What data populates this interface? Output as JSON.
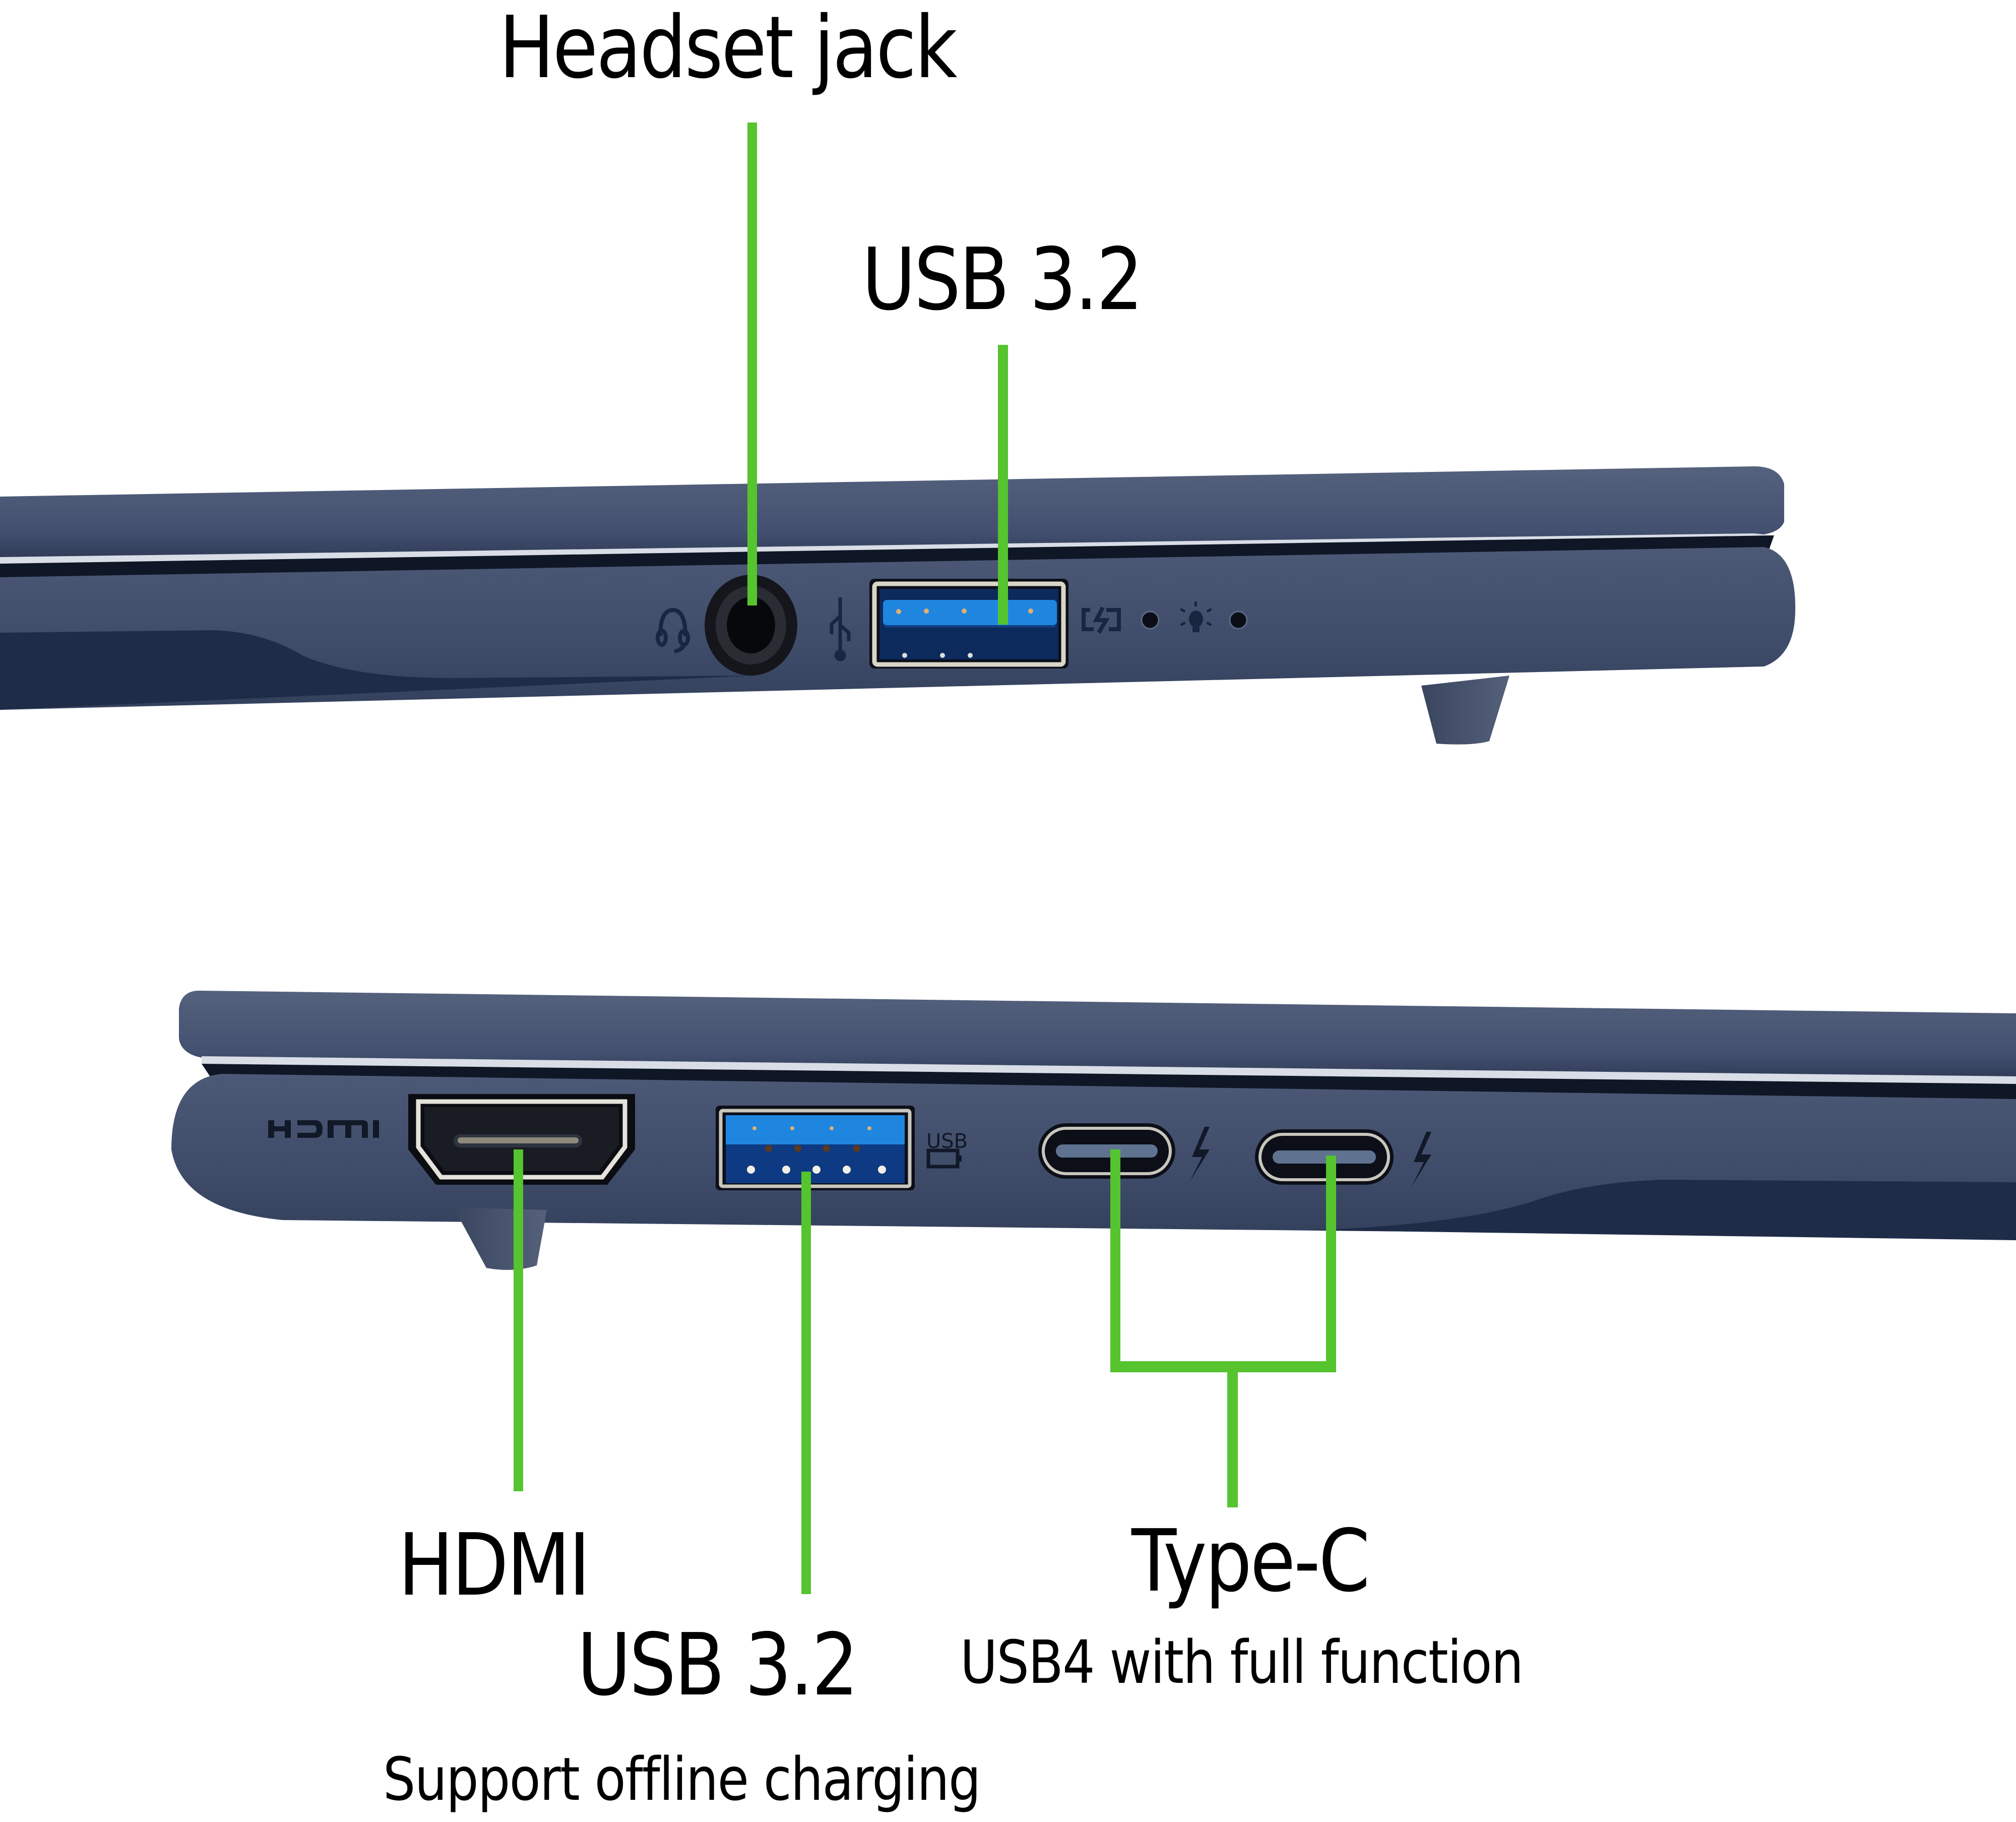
{
  "colors": {
    "leader_line": "#55c42e",
    "chassis": "#3b4a66",
    "chassis_dark": "#1f2c48",
    "usb_blue": "#1e7fd8",
    "text": "#000000",
    "background": "#ffffff"
  },
  "top_view": {
    "description": "Laptop right side",
    "callouts": [
      {
        "id": "headset",
        "label": "Headset jack"
      },
      {
        "id": "usb_a_right",
        "label": "USB 3.2"
      }
    ],
    "side_icons": [
      "headset-icon",
      "usb-trident-icon",
      "battery-charging-icon",
      "power-led",
      "light-bulb-icon",
      "status-led"
    ]
  },
  "bottom_view": {
    "description": "Laptop left side",
    "port_markings": {
      "hdmi_logo": "HDMI",
      "usb_charge_logo": "USB"
    },
    "callouts": [
      {
        "id": "hdmi",
        "label": "HDMI"
      },
      {
        "id": "usb_a_left",
        "label": "USB 3.2",
        "sublabel": "Support offline charging"
      },
      {
        "id": "type_c",
        "label": "Type-C",
        "sublabel": "USB4 with full function"
      }
    ],
    "side_icons": [
      "hdmi-logo",
      "usb-charging-icon",
      "thunderbolt-icon",
      "thunderbolt-icon"
    ]
  }
}
